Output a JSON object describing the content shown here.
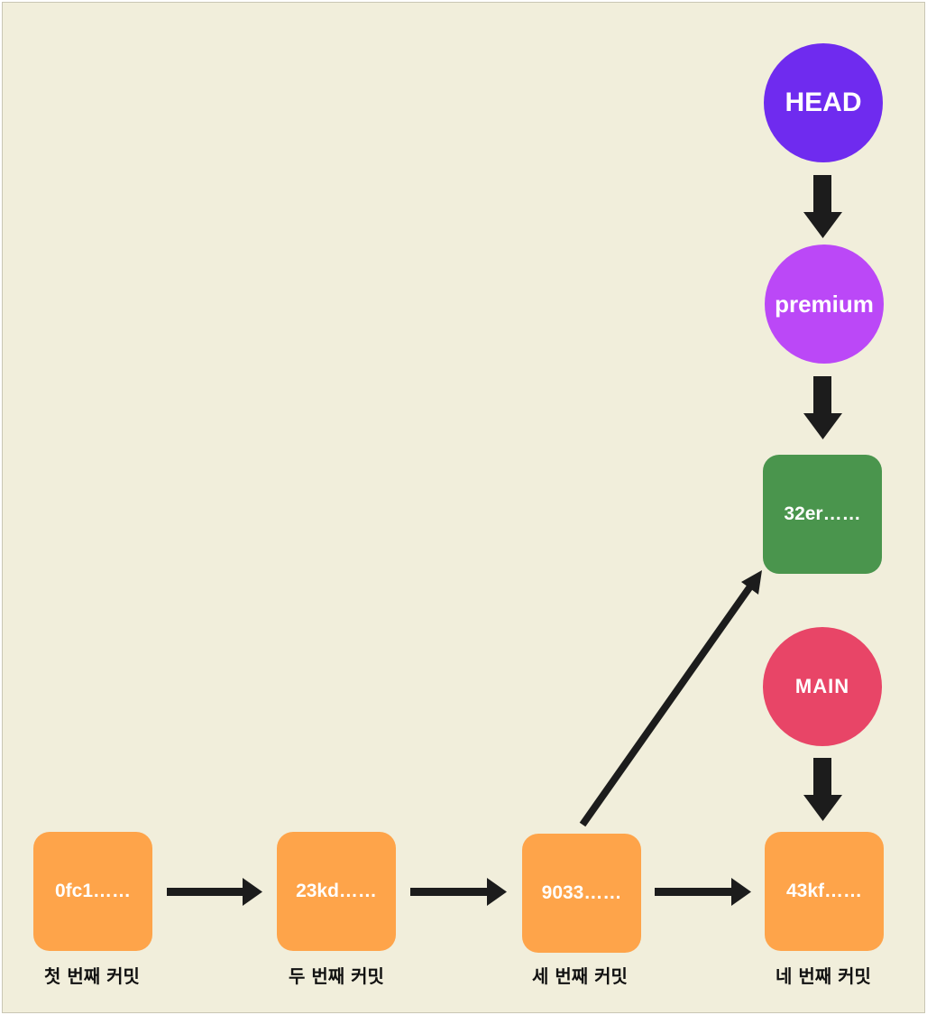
{
  "commits": [
    {
      "hash": "0fc1……",
      "label": "첫 번째 커밋"
    },
    {
      "hash": "23kd……",
      "label": "두 번째 커밋"
    },
    {
      "hash": "9033……",
      "label": "세 번째 커밋"
    },
    {
      "hash": "43kf……",
      "label": "네 번째 커밋"
    },
    {
      "hash": "32er……"
    }
  ],
  "refs": {
    "head": "HEAD",
    "premium": "premium",
    "main": "MAIN"
  },
  "colors": {
    "background": "#f1eedb",
    "commit": "#fea44a",
    "branch_commit": "#4a954d",
    "head": "#6f2bef",
    "premium": "#bb48f7",
    "main": "#e84567",
    "arrow": "#1c1c1c"
  }
}
